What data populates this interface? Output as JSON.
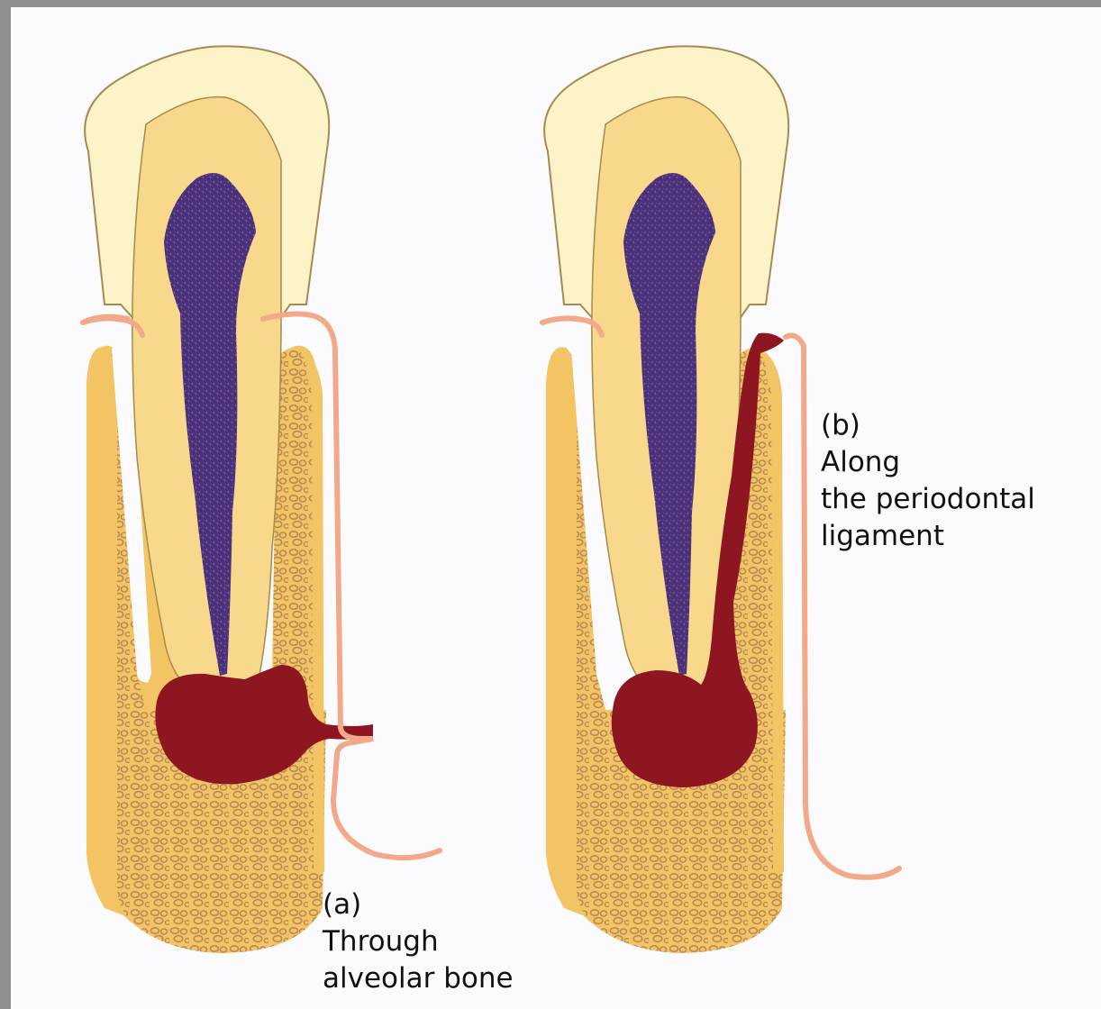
{
  "figure": {
    "label_a": {
      "letter": "(a)",
      "line1": "Through",
      "line2": "alveolar bone"
    },
    "label_b": {
      "letter": "(b)",
      "line1": "Along",
      "line2": "the periodontal",
      "line3": "ligament"
    }
  },
  "colors": {
    "background": "#fbfbfd",
    "border": "#8f8f8f",
    "enamel": "#fdf3c8",
    "dentin": "#f8d98c",
    "bone": "#f3c464",
    "bone_texture": "#b98a55",
    "pulp": "#4c3279",
    "abscess": "#8e1620",
    "gingiva_outline": "#f2a98a",
    "tooth_outline": "#a68a4e"
  }
}
